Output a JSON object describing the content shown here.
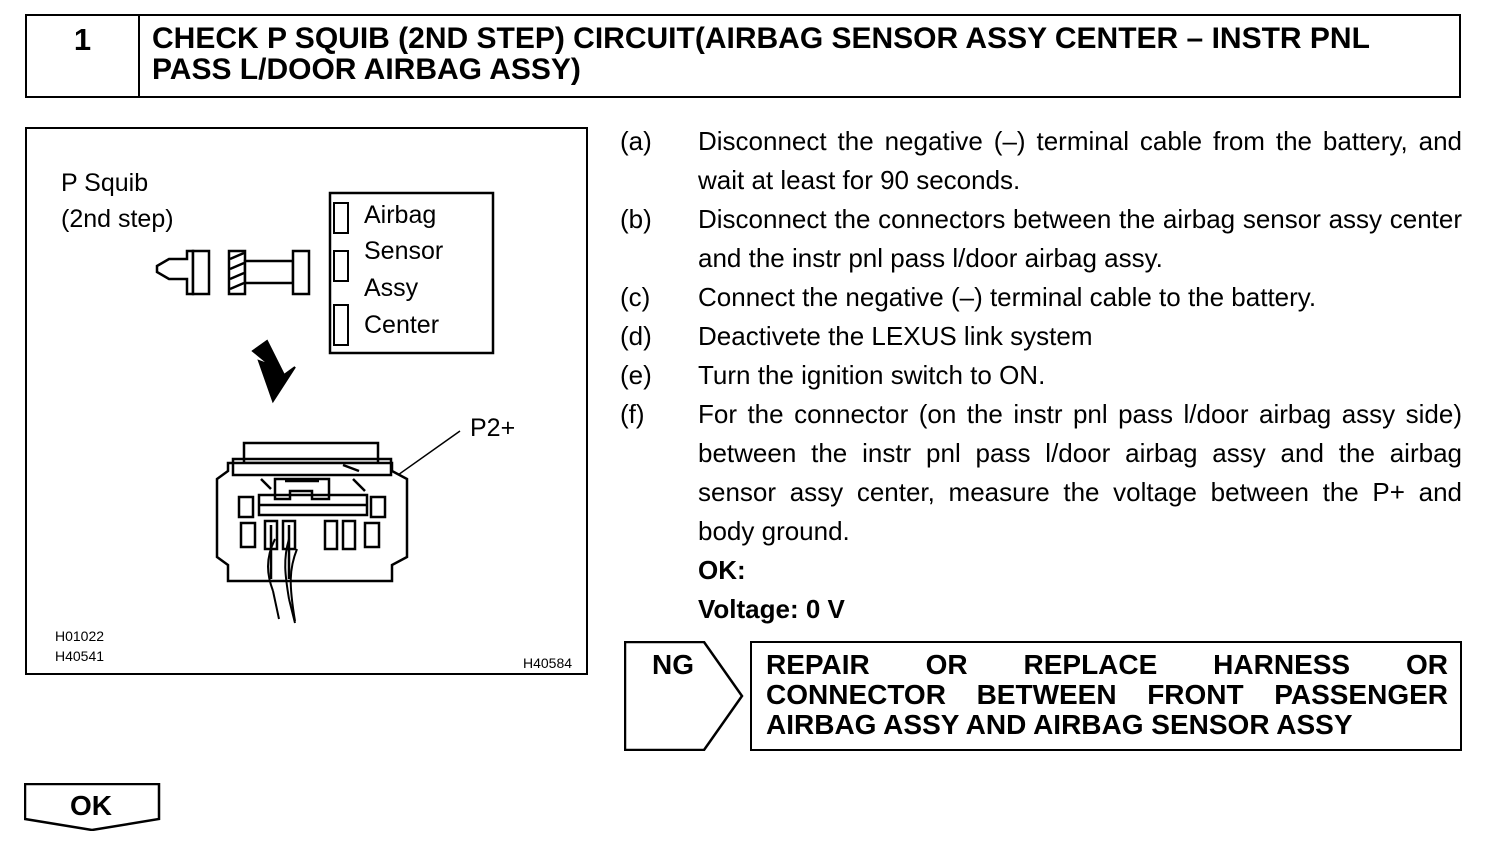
{
  "header": {
    "step_number": "1",
    "title": "CHECK P SQUIB (2ND STEP) CIRCUIT(AIRBAG SENSOR ASSY CENTER – INSTR PNL PASS L/DOOR AIRBAG ASSY)"
  },
  "figure": {
    "squib_label_line1": "P Squib",
    "squib_label_line2": "(2nd step)",
    "sensor_label_lines": [
      "Airbag",
      "Sensor",
      "Assy",
      "Center"
    ],
    "terminal_label": "P2+",
    "codes_left": [
      "H01022",
      "H40541"
    ],
    "code_right": "H40584"
  },
  "procedure": {
    "steps": [
      {
        "letter": "(a)",
        "text": "Disconnect the negative (–) terminal cable from the battery, and wait at least for 90 seconds."
      },
      {
        "letter": "(b)",
        "text": "Disconnect the connectors between the airbag sensor assy center and the instr pnl pass l/door airbag assy."
      },
      {
        "letter": "(c)",
        "text": "Connect the negative (–) terminal cable to the battery."
      },
      {
        "letter": "(d)",
        "text": "Deactivete the LEXUS link system"
      },
      {
        "letter": "(e)",
        "text": "Turn the ignition switch to ON."
      },
      {
        "letter": "(f)",
        "text": "For the connector (on the instr pnl pass l/door airbag assy side) between the instr pnl pass l/door airbag assy and the airbag sensor assy center, measure the voltage between the P+ and body ground."
      }
    ],
    "ok_label": "OK:",
    "ok_spec": "Voltage: 0 V"
  },
  "result_ng": {
    "label": "NG",
    "lines": [
      "REPAIR OR REPLACE HARNESS OR",
      "CONNECTOR BETWEEN FRONT PASSENGER",
      "AIRBAG ASSY AND AIRBAG SENSOR ASSY"
    ]
  },
  "result_ok": {
    "label": "OK"
  }
}
